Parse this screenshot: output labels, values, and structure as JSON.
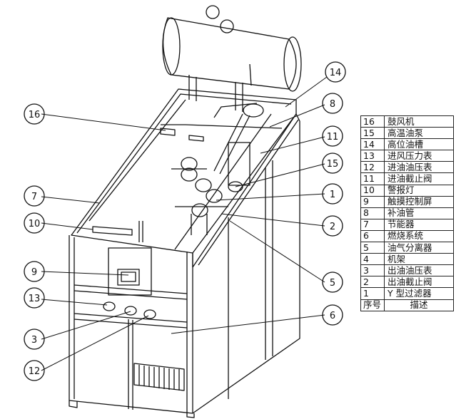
{
  "callouts": [
    "16",
    "14",
    "8",
    "11",
    "15",
    "7",
    "1",
    "10",
    "2",
    "9",
    "5",
    "13",
    "6",
    "3",
    "12"
  ],
  "parts_table": {
    "header": {
      "num": "序号",
      "desc": "描述"
    },
    "rows": [
      {
        "num": "16",
        "desc": "鼓风机"
      },
      {
        "num": "15",
        "desc": "高温油泵"
      },
      {
        "num": "14",
        "desc": "高位油槽"
      },
      {
        "num": "13",
        "desc": "进风压力表"
      },
      {
        "num": "12",
        "desc": "进油油压表"
      },
      {
        "num": "11",
        "desc": "进油截止阀"
      },
      {
        "num": "10",
        "desc": "警报灯"
      },
      {
        "num": "9",
        "desc": "触摸控制屏"
      },
      {
        "num": "8",
        "desc": "补油管"
      },
      {
        "num": "7",
        "desc": "节能器"
      },
      {
        "num": "6",
        "desc": "燃烧系统"
      },
      {
        "num": "5",
        "desc": "油气分离器"
      },
      {
        "num": "4",
        "desc": "机架"
      },
      {
        "num": "3",
        "desc": "出油油压表"
      },
      {
        "num": "2",
        "desc": "出油截止阀"
      },
      {
        "num": "1",
        "desc": "Y 型过滤器"
      }
    ]
  }
}
